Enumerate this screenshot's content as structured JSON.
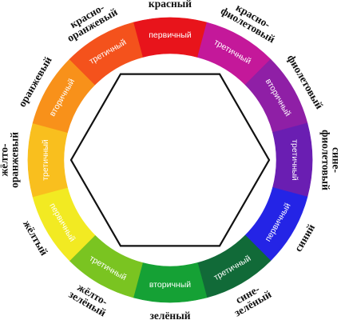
{
  "segments": [
    {
      "color": "#e8141b",
      "inner": "первичный",
      "outer": [
        "красный"
      ]
    },
    {
      "color": "#c4189a",
      "inner": "третичный",
      "outer": [
        "красно-",
        "фиолетовый"
      ]
    },
    {
      "color": "#8f1fa6",
      "inner": "вторичный",
      "outer": [
        "фиолетовый"
      ]
    },
    {
      "color": "#6a1eb2",
      "inner": "третичный",
      "outer": [
        "сине-",
        "фиолетовый"
      ]
    },
    {
      "color": "#2424e6",
      "inner": "первичный",
      "outer": [
        "синий"
      ]
    },
    {
      "color": "#116a38",
      "inner": "третичный",
      "outer": [
        "сине-",
        "зелёный"
      ]
    },
    {
      "color": "#15a135",
      "inner": "вторичный",
      "outer": [
        "зелёный"
      ]
    },
    {
      "color": "#7ac421",
      "inner": "третичный",
      "outer": [
        "жёлто-",
        "зелёный"
      ]
    },
    {
      "color": "#f2ea22",
      "inner": "первичный",
      "outer": [
        "жёлтый"
      ]
    },
    {
      "color": "#f9bf1e",
      "inner": "третичный",
      "outer": [
        "жёлто-",
        "оранжевый"
      ]
    },
    {
      "color": "#f8911a",
      "inner": "вторичный",
      "outer": [
        "оранжевый"
      ]
    },
    {
      "color": "#f4521c",
      "inner": "третичный",
      "outer": [
        "красно-",
        "оранжевый"
      ]
    }
  ]
}
